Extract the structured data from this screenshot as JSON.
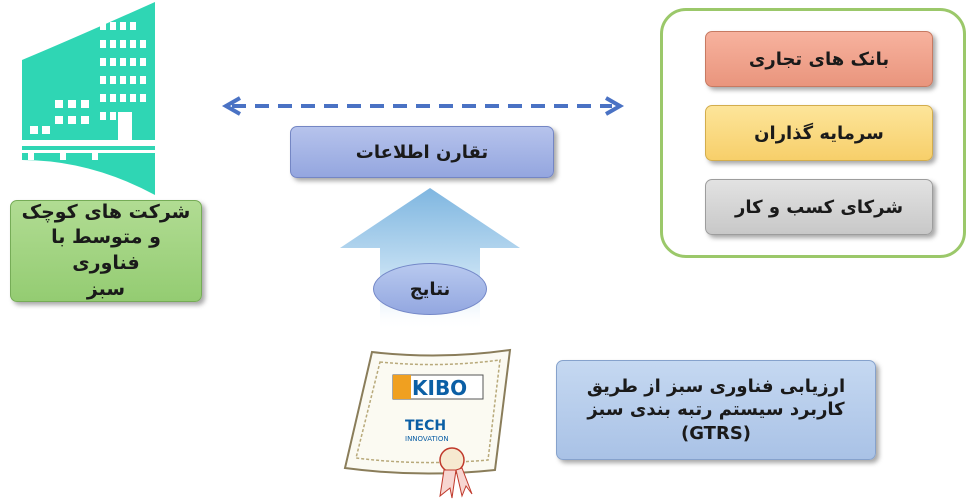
{
  "diagram": {
    "partners": {
      "banks": "بانک های تجاری",
      "investors": "سرمایه گذاران",
      "business_partners": "شرکای کسب و کار"
    },
    "info_sync": "تقارن اطلاعات",
    "sme": {
      "line1": "شرکت های کوچک",
      "line2": "و متوسط با فناوری",
      "line3": "سبز"
    },
    "results": "نتایج",
    "gtrs": {
      "line1": "ارزیابی فناوری سبز از طریق",
      "line2": "کاربرد سیستم رتبه بندی سبز",
      "line3": "(GTRS)"
    },
    "certificate": {
      "logo_main": "KIBO",
      "logo_sub1": "TECH",
      "logo_sub2": "INNOVATION"
    },
    "colors": {
      "building": "#2fd6b4",
      "arrow_dashed": "#4a72c4",
      "panel_border": "#9bc86a",
      "upward_arrow": "#a9d3ec"
    }
  }
}
